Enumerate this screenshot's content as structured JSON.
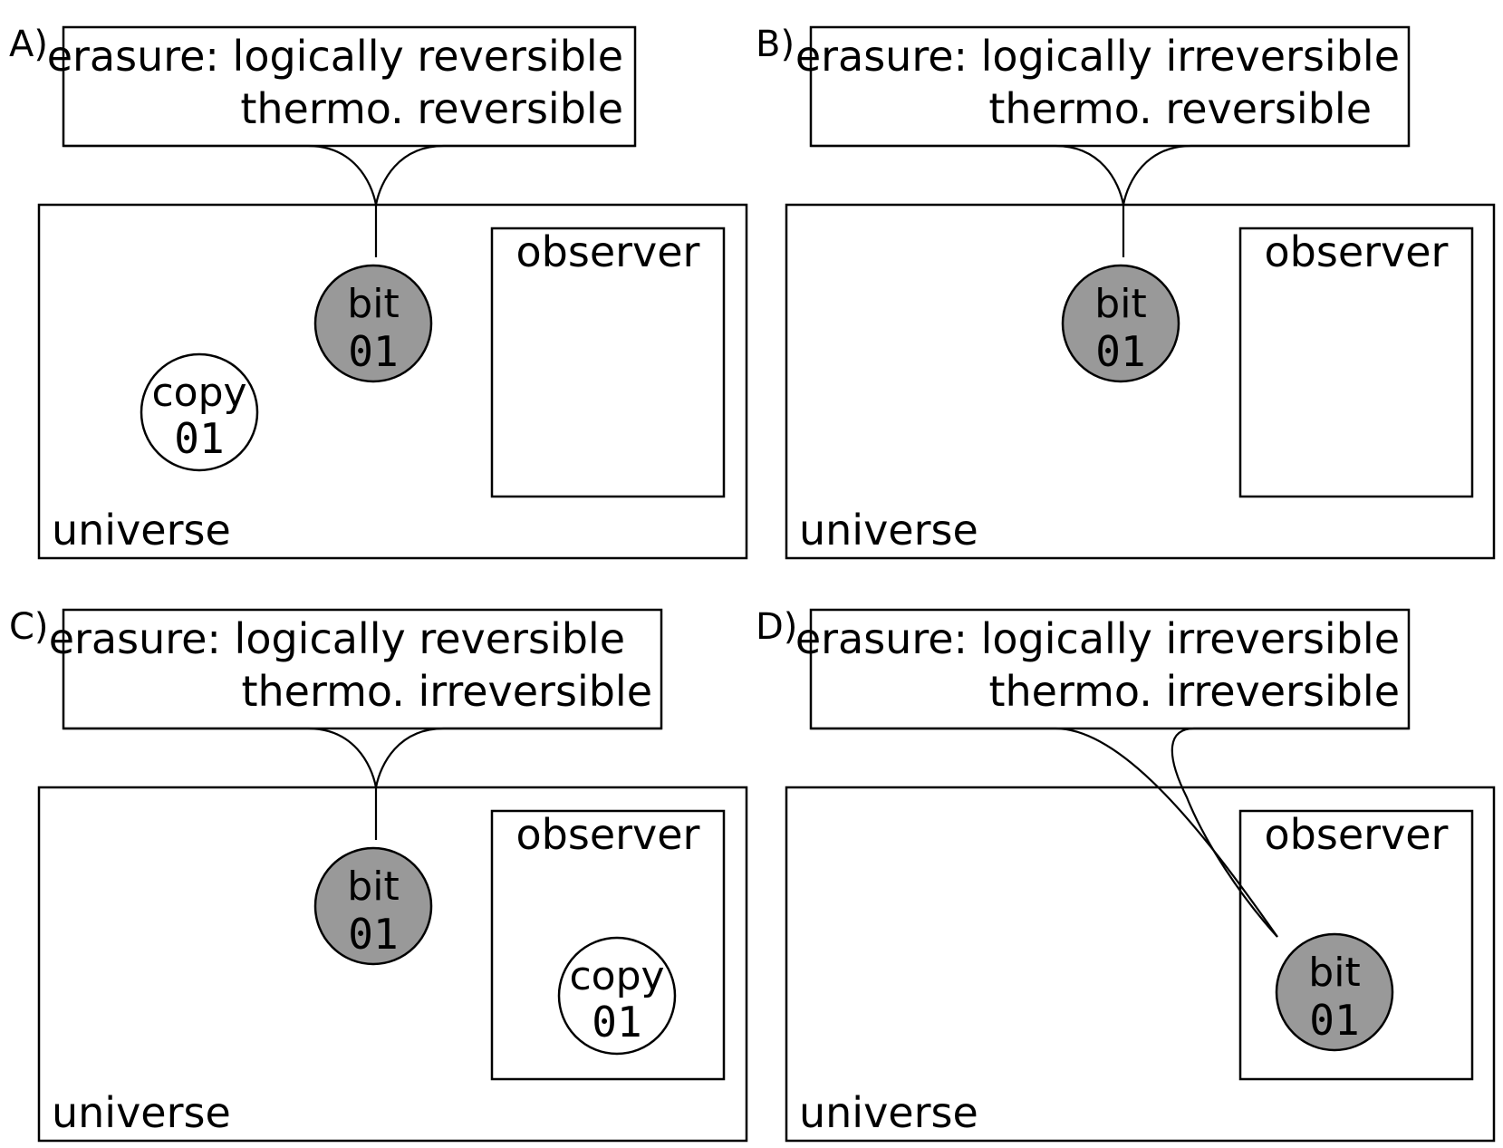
{
  "panels": [
    {
      "label": "A)",
      "caption_line1": "erasure: logically reversible",
      "caption_line2": "thermo. reversible",
      "observer_label": "observer",
      "universe_label": "universe",
      "bit": {
        "name": "bit",
        "value": "01"
      },
      "copy": {
        "name": "copy",
        "value": "01",
        "location": "universe"
      }
    },
    {
      "label": "B)",
      "caption_line1": "erasure: logically irreversible",
      "caption_line2": "thermo. reversible",
      "observer_label": "observer",
      "universe_label": "universe",
      "bit": {
        "name": "bit",
        "value": "01"
      }
    },
    {
      "label": "C)",
      "caption_line1": "erasure: logically reversible",
      "caption_line2": "thermo. irreversible",
      "observer_label": "observer",
      "universe_label": "universe",
      "bit": {
        "name": "bit",
        "value": "01"
      },
      "copy": {
        "name": "copy",
        "value": "01",
        "location": "observer"
      }
    },
    {
      "label": "D)",
      "caption_line1": "erasure: logically irreversible",
      "caption_line2": "thermo. irreversible",
      "observer_label": "observer",
      "universe_label": "universe",
      "bit": {
        "name": "bit",
        "value": "01",
        "location": "observer"
      }
    }
  ],
  "colors": {
    "bit_fill": "#999999",
    "copy_fill": "#ffffff",
    "stroke": "#000000"
  }
}
